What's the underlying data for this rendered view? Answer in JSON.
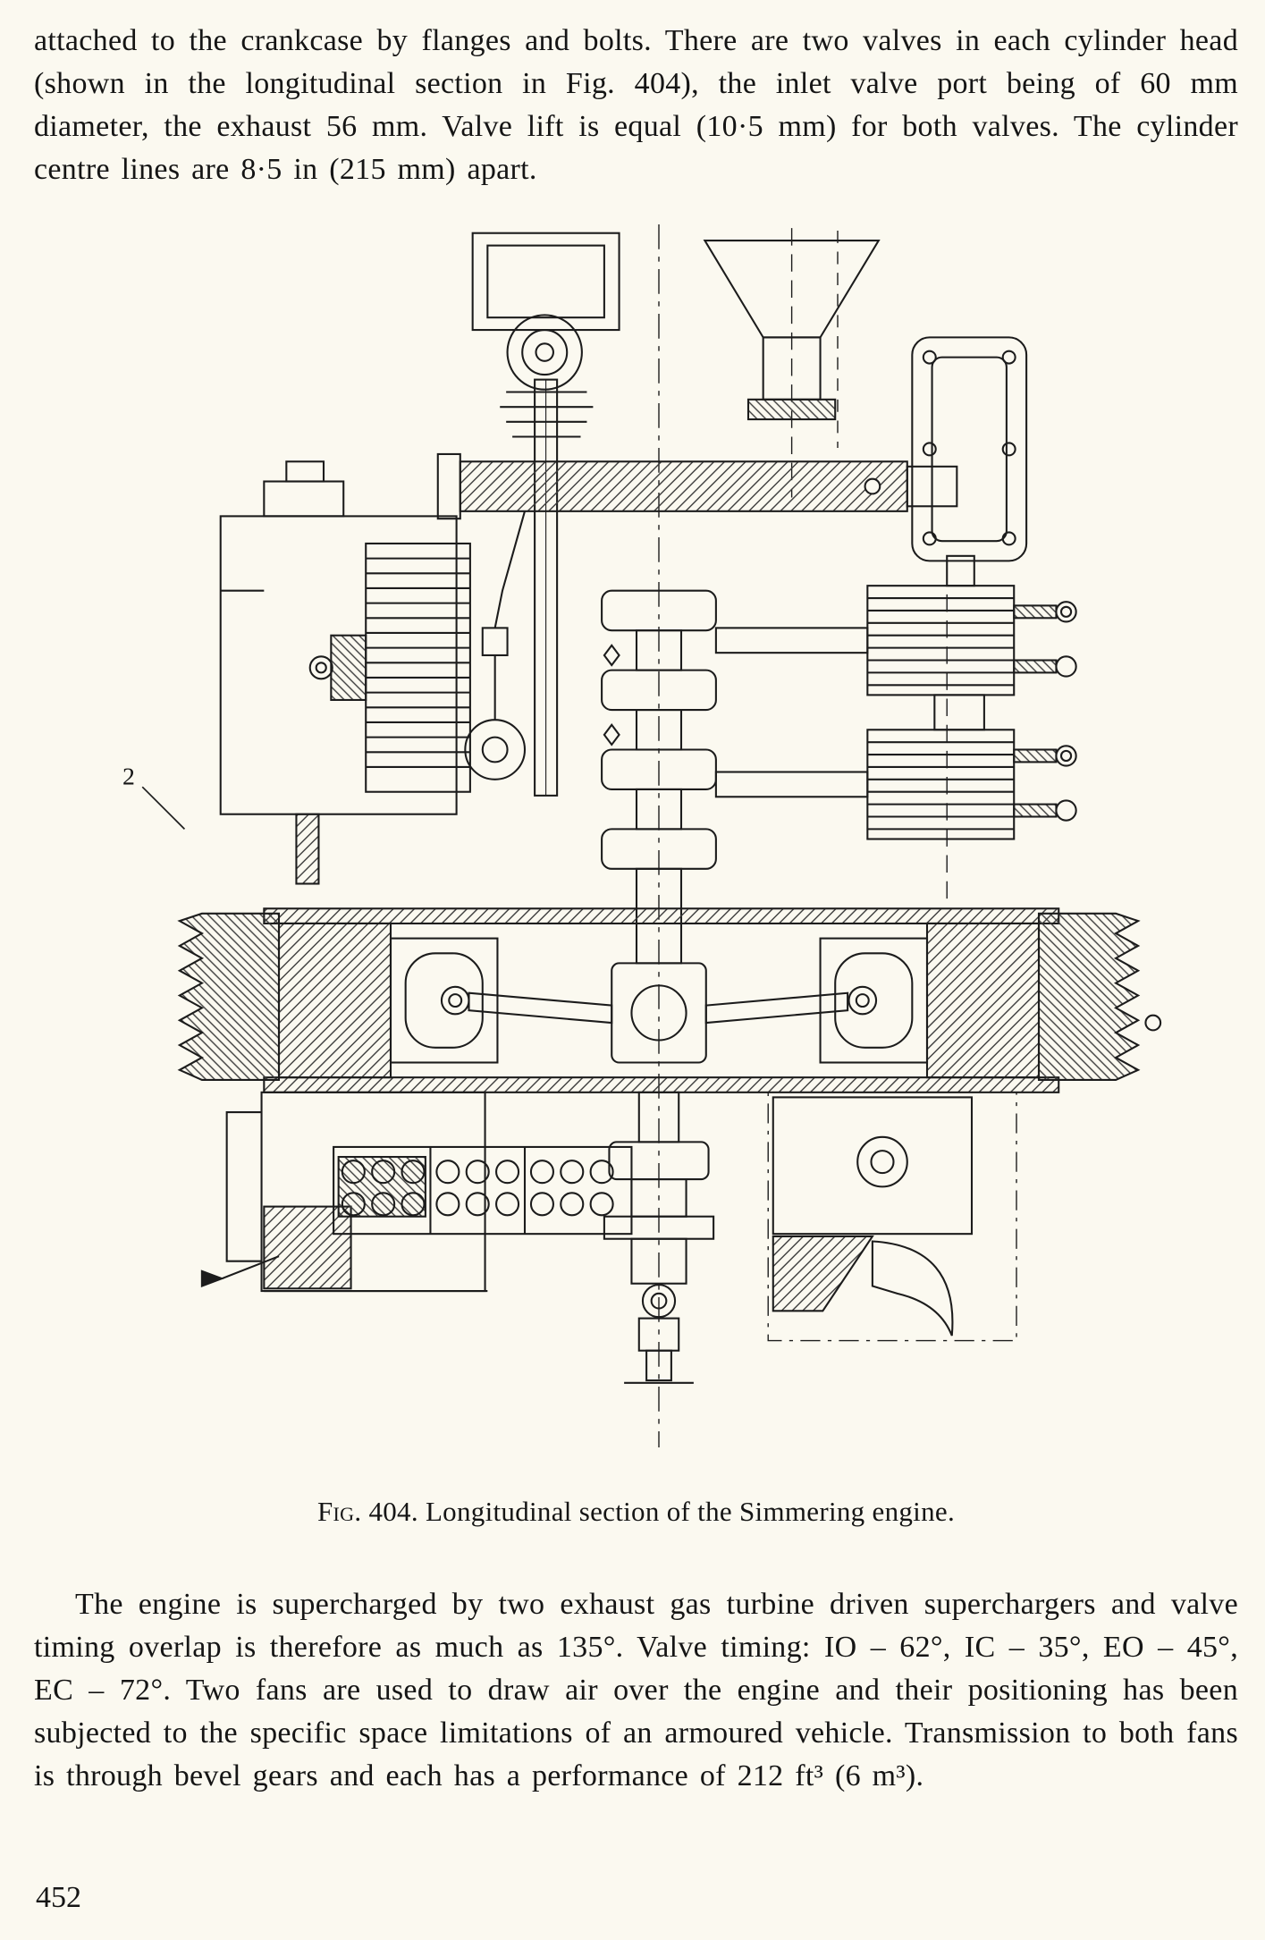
{
  "page": {
    "paragraph1": "attached to the crankcase by flanges and bolts. There are two valves in each cylinder head (shown in the longitudinal section in Fig. 404), the inlet valve port being of 60 mm diameter, the exhaust 56 mm. Valve lift is equal (10·5 mm) for both valves. The cylinder centre lines are 8·5 in (215 mm) apart.",
    "figure": {
      "caption_label": "Fig. 404.",
      "caption_text": " Longitudinal section of the Simmering engine.",
      "part_label": "2"
    },
    "paragraph2": "The engine is supercharged by two exhaust gas turbine driven superchargers and valve timing overlap is therefore as much as 135°. Valve timing: IO – 62°, IC – 35°, EO – 45°, EC – 72°. Two fans are used to draw air over the engine and their positioning has been subjected to the specific space limitations of an armoured vehicle. Transmission to both fans is through bevel gears and each has a performance of 212 ft³ (6 m³).",
    "number": "452"
  }
}
